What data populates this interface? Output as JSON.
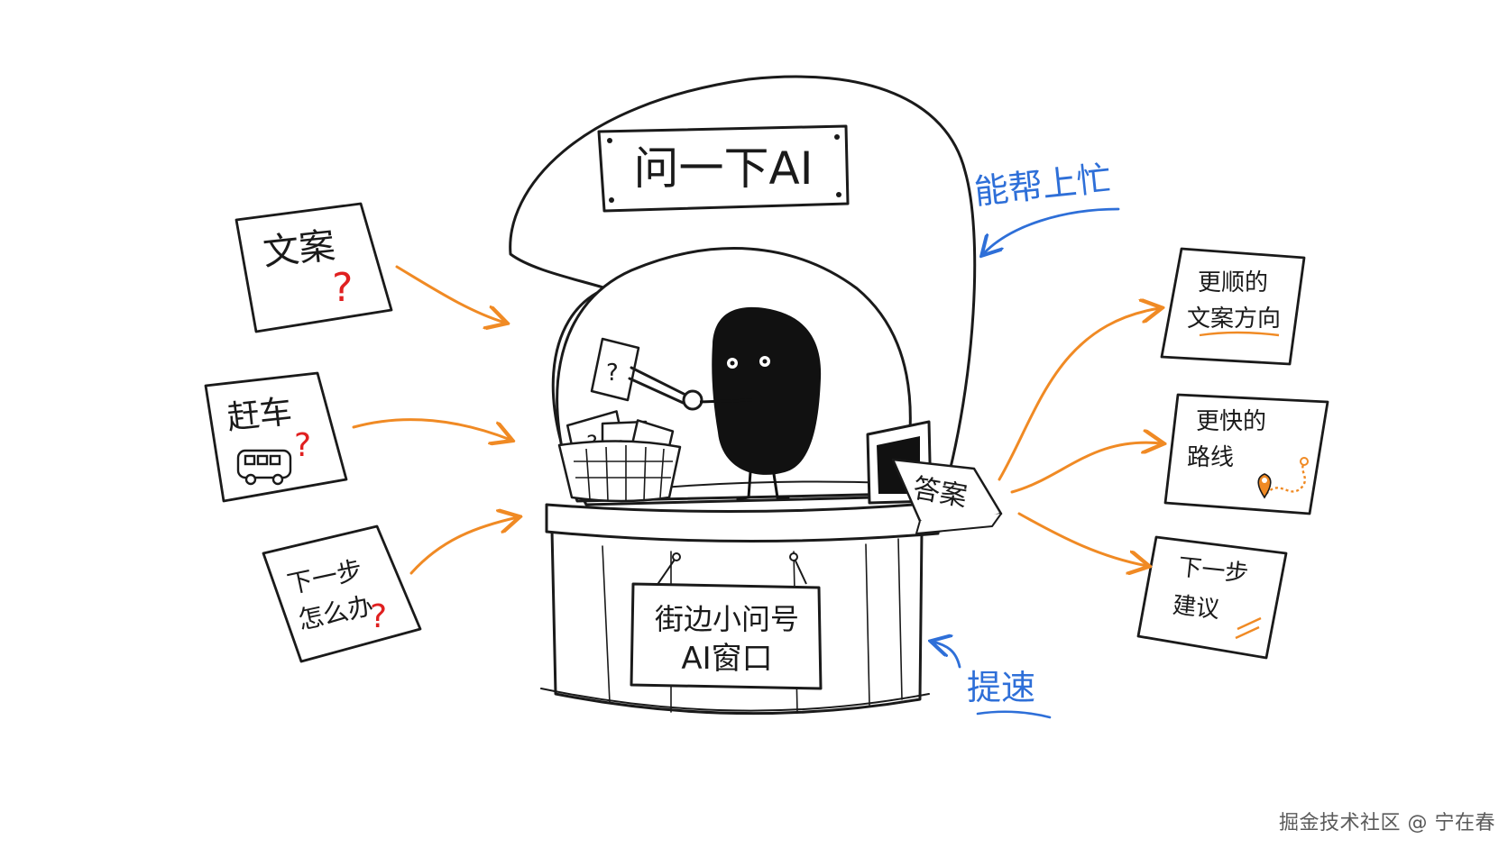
{
  "booth": {
    "top_sign": "问一下AI",
    "bottom_sign_line1": "街边小问号",
    "bottom_sign_line2": "AI窗口",
    "answer_card": "答案",
    "question_mark": "?"
  },
  "input_cards": [
    {
      "text_line1": "文案",
      "text_line2": "",
      "mark": "?",
      "icon": "none"
    },
    {
      "text_line1": "赶车",
      "text_line2": "",
      "mark": "?",
      "icon": "bus-icon"
    },
    {
      "text_line1": "下一步",
      "text_line2": "怎么办",
      "mark": "?",
      "icon": "none"
    }
  ],
  "output_cards": [
    {
      "text_line1": "更顺的",
      "text_line2": "文案方向",
      "icon": "none"
    },
    {
      "text_line1": "更快的",
      "text_line2": "路线",
      "icon": "route-pin-icon"
    },
    {
      "text_line1": "下一步",
      "text_line2": "建议",
      "icon": "none"
    }
  ],
  "annotations": {
    "top_note": "能帮上忙",
    "bottom_note": "提速"
  },
  "watermark": "掘金技术社区 @ 宁在春",
  "colors": {
    "ink": "#1a1a1a",
    "arrow_orange": "#f08a24",
    "note_blue": "#2e6fd8",
    "question_red": "#e02020"
  }
}
